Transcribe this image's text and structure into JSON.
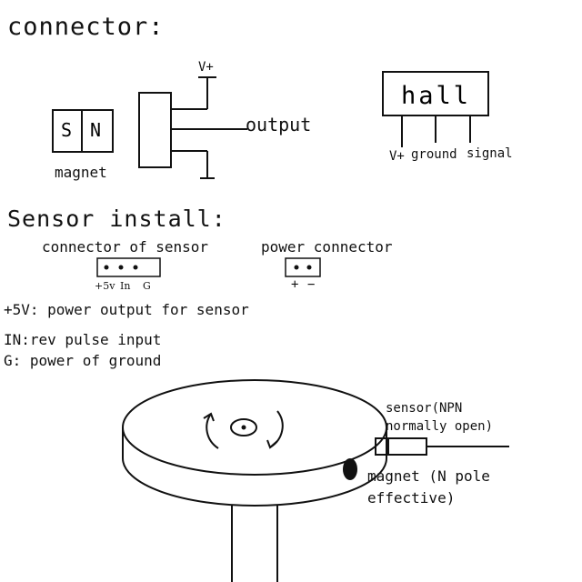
{
  "headings": {
    "connector": "connector:",
    "sensor_install": "Sensor install:"
  },
  "connector_diagram": {
    "magnet_label": "magnet",
    "magnet_s": "S",
    "magnet_n": "N",
    "vcc_label": "V+",
    "output_label": "output"
  },
  "hall_diagram": {
    "hall_label": "hall",
    "pins": [
      "V+",
      "ground",
      "signal"
    ]
  },
  "install": {
    "sensor_connector_label": "connector of sensor",
    "sensor_pins": [
      "+5v",
      "In",
      "G"
    ],
    "power_connector_label": "power connector",
    "power_pins": [
      "+",
      "−"
    ],
    "notes": [
      "+5V: power output for sensor",
      "IN:rev pulse input",
      "G: power of ground"
    ]
  },
  "wheel_diagram": {
    "sensor_label_line1": "sensor(NPN",
    "sensor_label_line2": "normally open)",
    "magnet_label_line1": "magnet (N pole",
    "magnet_label_line2": "effective)"
  }
}
